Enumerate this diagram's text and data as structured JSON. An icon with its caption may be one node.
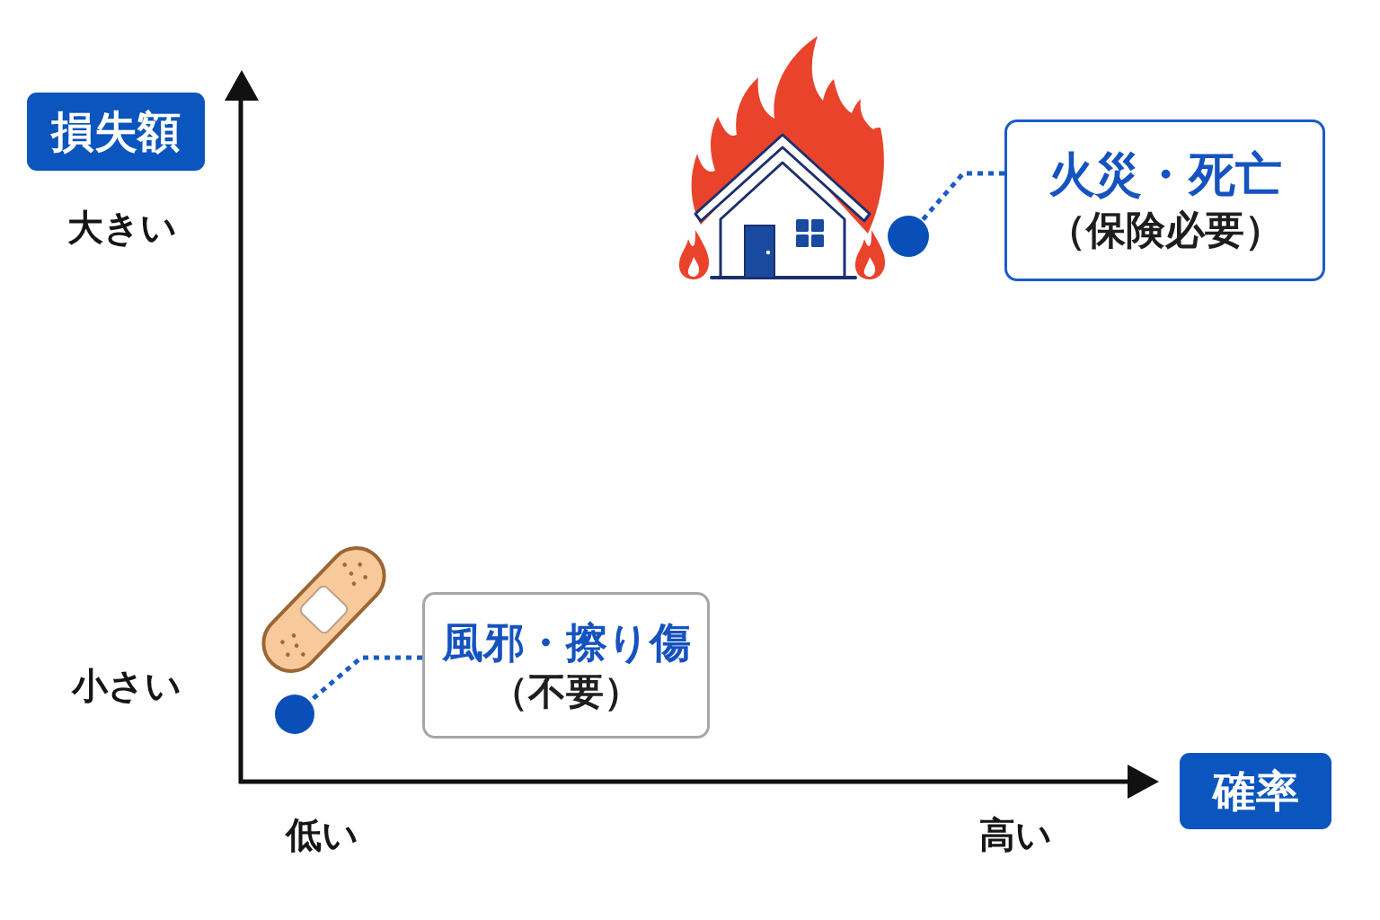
{
  "diagram": {
    "nodes": [
      {
        "text": [
          "損失額"
        ]
      },
      {
        "text": [
          "火災・死亡",
          "（保険必要）"
        ]
      },
      {
        "text": [],
        "shape": "circle"
      },
      {
        "text": [
          "風邪・擦り傷",
          "（不要）"
        ]
      },
      {
        "text": [],
        "shape": "circle"
      },
      {
        "text": [
          "確率"
        ]
      }
    ],
    "edges": [
      {
        "from": 1,
        "to": 2,
        "arrow": "none",
        "style": "dashed"
      },
      {
        "from": 3,
        "to": 4,
        "arrow": "none",
        "style": "dashed"
      }
    ],
    "labels": [
      "大きい",
      "小さい",
      "低い",
      "高い"
    ]
  }
}
